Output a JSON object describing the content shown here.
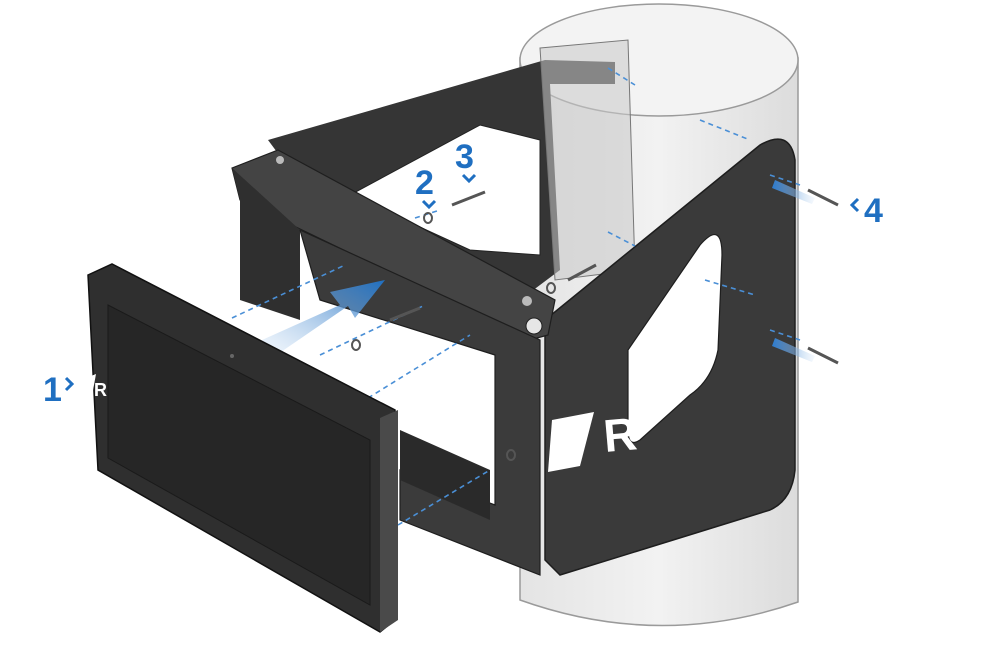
{
  "diagram": {
    "steps": [
      {
        "number": "1",
        "label": "1"
      },
      {
        "number": "2",
        "label": "2"
      },
      {
        "number": "3",
        "label": "3"
      },
      {
        "number": "4",
        "label": "4"
      }
    ],
    "logo_letter": "R",
    "colors": {
      "step_blue": "#1f6fc1",
      "bracket": "#3a3a3a",
      "bracket_dark": "#262626",
      "pole": "#e9e9e9",
      "pole_outline": "#8a8a8a",
      "screen": "#2b2b2b",
      "bezel": "#3a3a3a",
      "guide": "#4a8fd6"
    },
    "icons": [
      "screw-icon",
      "washer-icon",
      "arrow-icon"
    ]
  }
}
